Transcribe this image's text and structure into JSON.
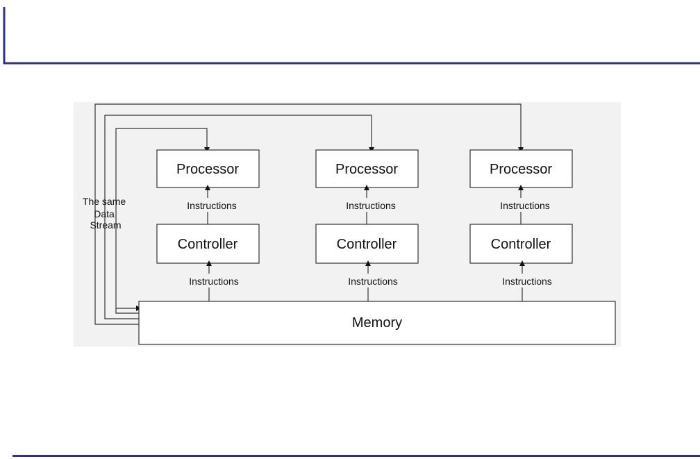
{
  "slide": {
    "accent_color": "#2e3192",
    "diagram_background": "#f2f2f2"
  },
  "diagram": {
    "units": [
      {
        "processor_label": "Processor",
        "controller_label": "Controller",
        "upper_instructions_label": "Instructions",
        "lower_instructions_label": "Instructions"
      },
      {
        "processor_label": "Processor",
        "controller_label": "Controller",
        "upper_instructions_label": "Instructions",
        "lower_instructions_label": "Instructions"
      },
      {
        "processor_label": "Processor",
        "controller_label": "Controller",
        "upper_instructions_label": "Instructions",
        "lower_instructions_label": "Instructions"
      }
    ],
    "memory_label": "Memory",
    "data_stream_label": [
      "The same",
      "Data",
      "Stream"
    ]
  }
}
